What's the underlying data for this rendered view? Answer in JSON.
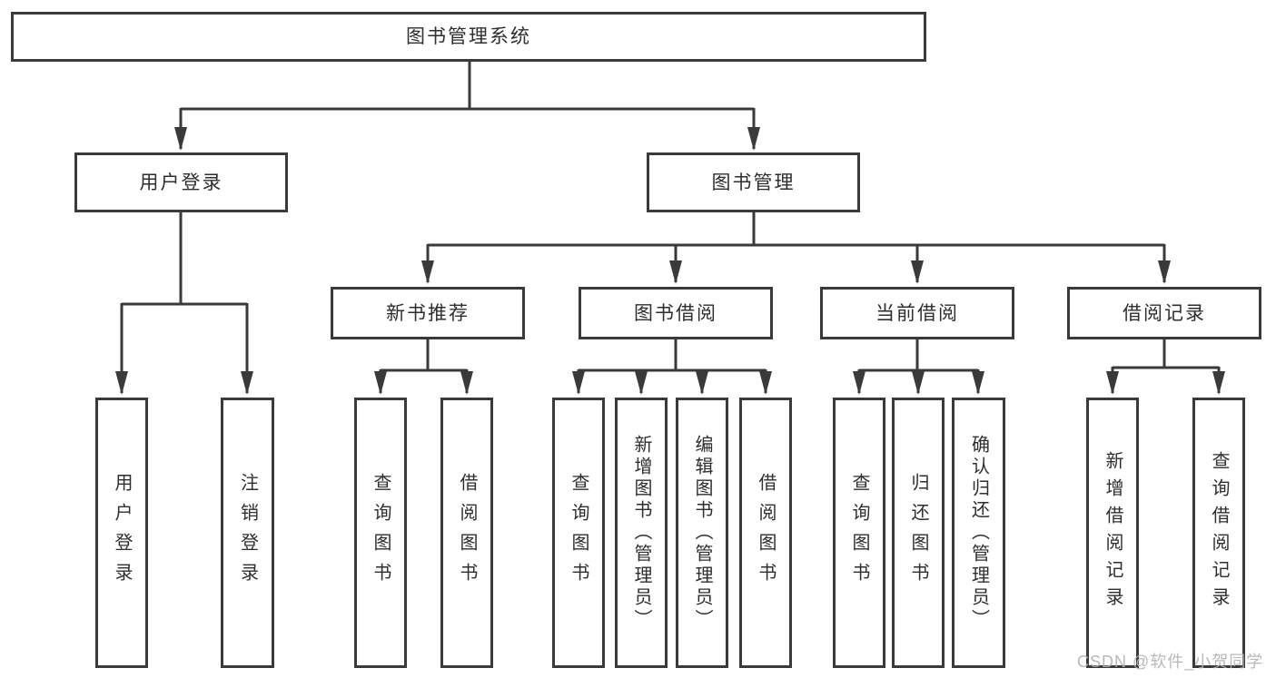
{
  "diagram": {
    "root": "图书管理系统",
    "level2": [
      "用户登录",
      "图书管理"
    ],
    "level3": [
      "新书推荐",
      "图书借阅",
      "当前借阅",
      "借阅记录"
    ],
    "leaves": {
      "user": [
        "用户登录",
        "注销登录"
      ],
      "recommend": [
        "查询图书",
        "借阅图书"
      ],
      "borrow": [
        "查询图书",
        "新增图书（管理员）",
        "编辑图书（管理员）",
        "借阅图书"
      ],
      "current": [
        "查询图书",
        "归还图书",
        "确认归还（管理员）"
      ],
      "records": [
        "新增借阅记录",
        "查询借阅记录"
      ]
    }
  },
  "watermark": "CSDN @软件_小贺同学",
  "colors": {
    "line": "#3a3a3a",
    "text": "#2e2e2e",
    "watermark": "#b3b3b3",
    "background": "#ffffff"
  }
}
